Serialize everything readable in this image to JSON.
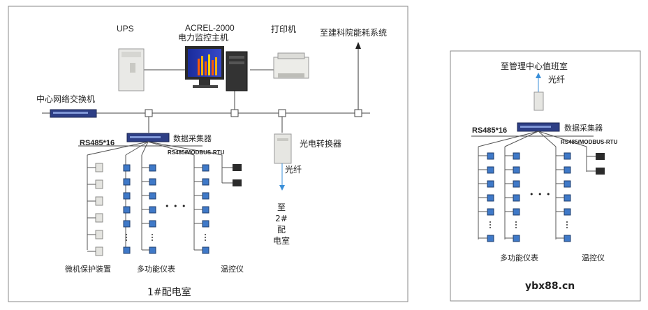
{
  "left": {
    "ups": "UPS",
    "host_title": "ACREL-2000",
    "host_subtitle": "电力监控主机",
    "printer": "打印机",
    "building": "至建科院能耗系统",
    "switch": "中心网络交换机",
    "rs485": "RS485*16",
    "collector": "数据采集器",
    "modbus": "RS485/MODBUS-RTU",
    "converter": "光电转换器",
    "fiber": "光纤",
    "to_room2": [
      "至",
      "2#",
      "配",
      "电室"
    ],
    "protect": "微机保护装置",
    "meter": "多功能仪表",
    "temp": "温控仪",
    "room": "1#配电室",
    "dots": "• • •"
  },
  "right": {
    "mgmt": "至管理中心值班室",
    "fiber": "光纤",
    "rs485": "RS485*16",
    "collector": "数据采集器",
    "modbus": "RS485/MODBUS-RTU",
    "meter": "多功能仪表",
    "temp": "温控仪",
    "watermark": "ybx88.cn",
    "dots": "• • •"
  }
}
